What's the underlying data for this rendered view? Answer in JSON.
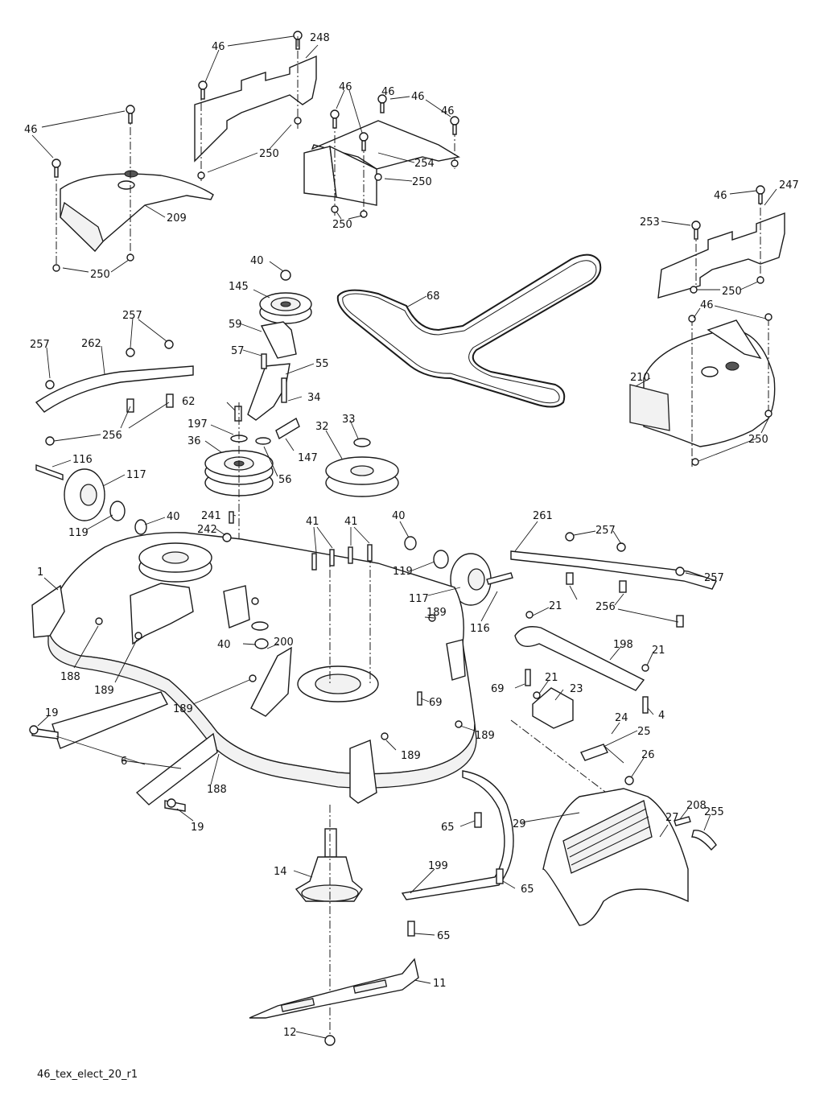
{
  "diagram": {
    "reference_code": "46_tex_elect_20_r1",
    "callouts": [
      {
        "id": "c46a",
        "label": "46"
      },
      {
        "id": "c248",
        "label": "248"
      },
      {
        "id": "c46b",
        "label": "46"
      },
      {
        "id": "c46c",
        "label": "46"
      },
      {
        "id": "c46d",
        "label": "46"
      },
      {
        "id": "c250a",
        "label": "250"
      },
      {
        "id": "c209",
        "label": "209"
      },
      {
        "id": "c250b",
        "label": "250"
      },
      {
        "id": "c46e",
        "label": "46"
      },
      {
        "id": "c46f",
        "label": "46"
      },
      {
        "id": "c254",
        "label": "254"
      },
      {
        "id": "c250c",
        "label": "250"
      },
      {
        "id": "c250d",
        "label": "250"
      },
      {
        "id": "c46g",
        "label": "46"
      },
      {
        "id": "c247",
        "label": "247"
      },
      {
        "id": "c253",
        "label": "253"
      },
      {
        "id": "c250e",
        "label": "250"
      },
      {
        "id": "c46h",
        "label": "46"
      },
      {
        "id": "c210",
        "label": "210"
      },
      {
        "id": "c250f",
        "label": "250"
      },
      {
        "id": "c68",
        "label": "68"
      },
      {
        "id": "c40a",
        "label": "40"
      },
      {
        "id": "c145",
        "label": "145"
      },
      {
        "id": "c59",
        "label": "59"
      },
      {
        "id": "c57",
        "label": "57"
      },
      {
        "id": "c55",
        "label": "55"
      },
      {
        "id": "c34",
        "label": "34"
      },
      {
        "id": "c62",
        "label": "62"
      },
      {
        "id": "c197",
        "label": "197"
      },
      {
        "id": "c36",
        "label": "36"
      },
      {
        "id": "c56",
        "label": "56"
      },
      {
        "id": "c147",
        "label": "147"
      },
      {
        "id": "c33",
        "label": "33"
      },
      {
        "id": "c32",
        "label": "32"
      },
      {
        "id": "c257a",
        "label": "257"
      },
      {
        "id": "c257b",
        "label": "257"
      },
      {
        "id": "c262",
        "label": "262"
      },
      {
        "id": "c256a",
        "label": "256"
      },
      {
        "id": "c116a",
        "label": "116"
      },
      {
        "id": "c117a",
        "label": "117"
      },
      {
        "id": "c119a",
        "label": "119"
      },
      {
        "id": "c40b",
        "label": "40"
      },
      {
        "id": "c241",
        "label": "241"
      },
      {
        "id": "c242",
        "label": "242"
      },
      {
        "id": "c41a",
        "label": "41"
      },
      {
        "id": "c41b",
        "label": "41"
      },
      {
        "id": "c40c",
        "label": "40"
      },
      {
        "id": "c119b",
        "label": "119"
      },
      {
        "id": "c117b",
        "label": "117"
      },
      {
        "id": "c116b",
        "label": "116"
      },
      {
        "id": "c261",
        "label": "261"
      },
      {
        "id": "c257c",
        "label": "257"
      },
      {
        "id": "c257d",
        "label": "257"
      },
      {
        "id": "c256b",
        "label": "256"
      },
      {
        "id": "c1",
        "label": "1"
      },
      {
        "id": "c189a",
        "label": "189"
      },
      {
        "id": "c40d",
        "label": "40"
      },
      {
        "id": "c200",
        "label": "200"
      },
      {
        "id": "c188a",
        "label": "188"
      },
      {
        "id": "c189b",
        "label": "189"
      },
      {
        "id": "c189c",
        "label": "189"
      },
      {
        "id": "c69a",
        "label": "69"
      },
      {
        "id": "c189d",
        "label": "189"
      },
      {
        "id": "c189e",
        "label": "189"
      },
      {
        "id": "c21a",
        "label": "21"
      },
      {
        "id": "c198",
        "label": "198"
      },
      {
        "id": "c21b",
        "label": "21"
      },
      {
        "id": "c21c",
        "label": "21"
      },
      {
        "id": "c69b",
        "label": "69"
      },
      {
        "id": "c23",
        "label": "23"
      },
      {
        "id": "c4",
        "label": "4"
      },
      {
        "id": "c24",
        "label": "24"
      },
      {
        "id": "c25",
        "label": "25"
      },
      {
        "id": "c19a",
        "label": "19"
      },
      {
        "id": "c6",
        "label": "6"
      },
      {
        "id": "c188b",
        "label": "188"
      },
      {
        "id": "c19b",
        "label": "19"
      },
      {
        "id": "c26",
        "label": "26"
      },
      {
        "id": "c208",
        "label": "208"
      },
      {
        "id": "c27",
        "label": "27"
      },
      {
        "id": "c255",
        "label": "255"
      },
      {
        "id": "c29",
        "label": "29"
      },
      {
        "id": "c65a",
        "label": "65"
      },
      {
        "id": "c14",
        "label": "14"
      },
      {
        "id": "c199",
        "label": "199"
      },
      {
        "id": "c65b",
        "label": "65"
      },
      {
        "id": "c65c",
        "label": "65"
      },
      {
        "id": "c11",
        "label": "11"
      },
      {
        "id": "c12",
        "label": "12"
      }
    ]
  }
}
